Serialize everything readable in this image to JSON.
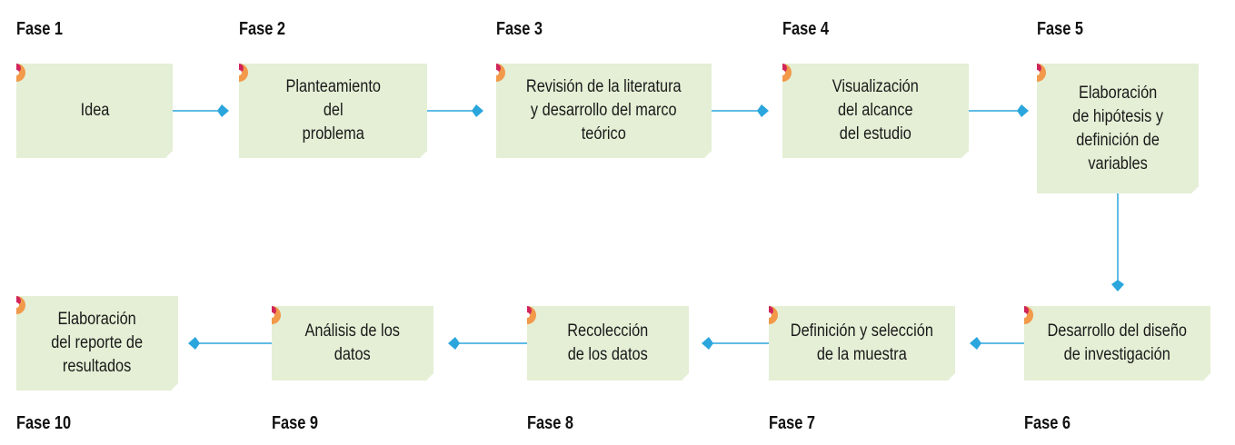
{
  "colors": {
    "box_fill": "#e4efd5",
    "arrow": "#2aa6dd",
    "marker_outer": "#f2994a",
    "marker_inner": "#d0245a"
  },
  "phases": [
    {
      "label": "Fase 1",
      "text": "Idea"
    },
    {
      "label": "Fase 2",
      "text": "Planteamiento\ndel\nproblema"
    },
    {
      "label": "Fase 3",
      "text": "Revisión de la literatura\ny desarrollo del marco\nteórico"
    },
    {
      "label": "Fase 4",
      "text": "Visualización\ndel alcance\ndel estudio"
    },
    {
      "label": "Fase 5",
      "text": "Elaboración\nde hipótesis y\ndefinición de\nvariables"
    },
    {
      "label": "Fase 6",
      "text": "Desarrollo del diseño\nde investigación"
    },
    {
      "label": "Fase 7",
      "text": "Definición y selección\nde la muestra"
    },
    {
      "label": "Fase 8",
      "text": "Recolección\nde los datos"
    },
    {
      "label": "Fase 9",
      "text": "Análisis de los\ndatos"
    },
    {
      "label": "Fase 10",
      "text": "Elaboración\ndel reporte de\nresultados"
    }
  ]
}
